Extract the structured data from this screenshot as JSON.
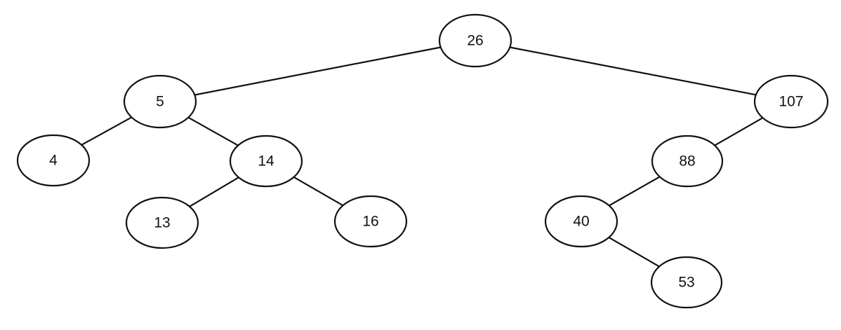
{
  "tree": {
    "nodes": [
      {
        "id": "n26",
        "label": "26"
      },
      {
        "id": "n5",
        "label": "5"
      },
      {
        "id": "n107",
        "label": "107"
      },
      {
        "id": "n4",
        "label": "4"
      },
      {
        "id": "n14",
        "label": "14"
      },
      {
        "id": "n13",
        "label": "13"
      },
      {
        "id": "n16",
        "label": "16"
      },
      {
        "id": "n88",
        "label": "88"
      },
      {
        "id": "n40",
        "label": "40"
      },
      {
        "id": "n53",
        "label": "53"
      }
    ],
    "edges": [
      {
        "from": "n26",
        "to": "n5"
      },
      {
        "from": "n26",
        "to": "n107"
      },
      {
        "from": "n5",
        "to": "n4"
      },
      {
        "from": "n5",
        "to": "n14"
      },
      {
        "from": "n14",
        "to": "n13"
      },
      {
        "from": "n14",
        "to": "n16"
      },
      {
        "from": "n107",
        "to": "n88"
      },
      {
        "from": "n88",
        "to": "n40"
      },
      {
        "from": "n40",
        "to": "n53"
      }
    ],
    "colors": {
      "stroke": "#111111",
      "fill": "#ffffff",
      "text": "#111111"
    }
  }
}
